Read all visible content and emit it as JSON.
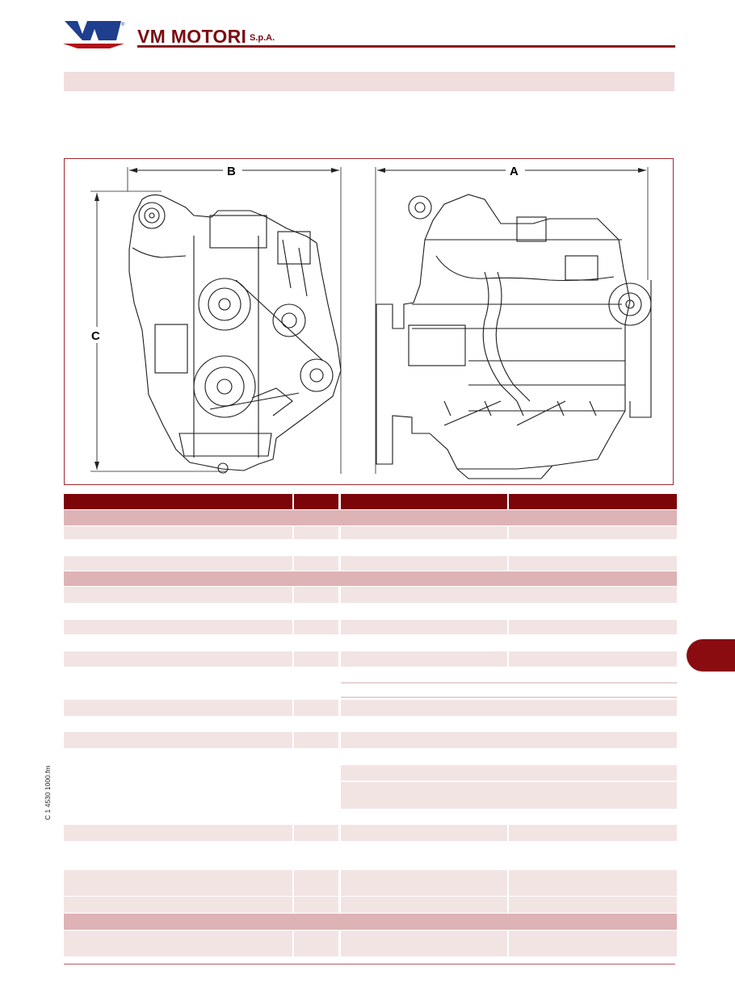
{
  "header": {
    "brand_name": "VM MOTORI",
    "brand_suffix": "S.p.A.",
    "logo_icon": "vm-logo-icon",
    "accent_color": "#8a1117"
  },
  "figure": {
    "dimension_labels": {
      "a": "A",
      "b": "B",
      "c": "C"
    },
    "front_view_icon": "engine-front-view-drawing",
    "side_view_icon": "engine-side-view-drawing"
  },
  "table": {
    "header_color": "#7b0508",
    "section_color": "#ddb3b6",
    "row_color": "#f3e4e4"
  },
  "sidebar": {
    "tab_color": "#8a0b10"
  },
  "footer": {
    "file_ref": "C 1 4530 1000.fm"
  }
}
